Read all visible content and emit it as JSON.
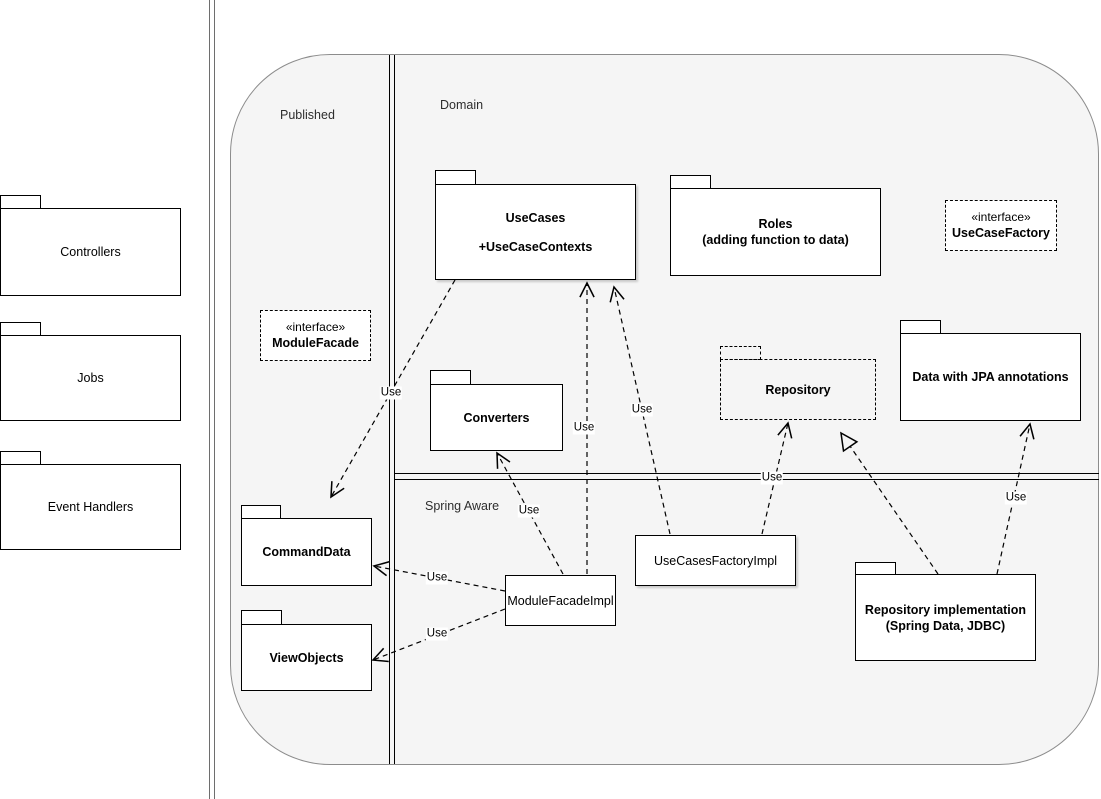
{
  "diagram": {
    "regions": {
      "published": {
        "label": "Published"
      },
      "domain": {
        "label": "Domain"
      },
      "spring_aware": {
        "label": "Spring Aware"
      }
    },
    "outer_packages": {
      "controllers": {
        "label": "Controllers"
      },
      "jobs": {
        "label": "Jobs"
      },
      "event_handlers": {
        "label": "Event Handlers"
      }
    },
    "nodes": {
      "use_cases": {
        "line1": "UseCases",
        "line2": "+UseCaseContexts"
      },
      "roles": {
        "line1": "Roles",
        "line2": "(adding function to data)"
      },
      "use_case_factory": {
        "stereotype": "«interface»",
        "name": "UseCaseFactory"
      },
      "module_facade": {
        "stereotype": "«interface»",
        "name": "ModuleFacade"
      },
      "converters": {
        "label": "Converters"
      },
      "repository": {
        "label": "Repository"
      },
      "data_jpa": {
        "label": "Data with JPA annotations"
      },
      "command_data": {
        "label": "CommandData"
      },
      "view_objects": {
        "label": "ViewObjects"
      },
      "module_facade_impl": {
        "label": "ModuleFacadeImpl"
      },
      "use_cases_factory_impl": {
        "label": "UseCasesFactoryImpl"
      },
      "repository_impl": {
        "line1": "Repository implementation",
        "line2": "(Spring Data, JDBC)"
      }
    },
    "edges": [
      {
        "from": "UseCases",
        "to": "CommandData",
        "label": "Use",
        "style": "dependency"
      },
      {
        "from": "ModuleFacadeImpl",
        "to": "UseCases",
        "label": "Use",
        "style": "dependency"
      },
      {
        "from": "UseCasesFactoryImpl",
        "to": "UseCases",
        "label": "Use",
        "style": "dependency"
      },
      {
        "from": "ModuleFacadeImpl",
        "to": "Converters",
        "label": "Use",
        "style": "dependency"
      },
      {
        "from": "ModuleFacadeImpl",
        "to": "CommandData",
        "label": "Use",
        "style": "dependency"
      },
      {
        "from": "ModuleFacadeImpl",
        "to": "ViewObjects",
        "label": "Use",
        "style": "dependency"
      },
      {
        "from": "UseCasesFactoryImpl",
        "to": "Repository",
        "label": "Use",
        "style": "dependency"
      },
      {
        "from": "RepositoryImplementation",
        "to": "Repository",
        "label": "",
        "style": "realization"
      },
      {
        "from": "RepositoryImplementation",
        "to": "DataWithJPAAnnotations",
        "label": "Use",
        "style": "dependency"
      }
    ],
    "colors": {
      "canvas_bg": "#ffffff",
      "frame_fill": "#f5f5f5",
      "frame_border": "#8c8c8c",
      "shape_fill": "#ffffff",
      "line": "#000000"
    }
  }
}
